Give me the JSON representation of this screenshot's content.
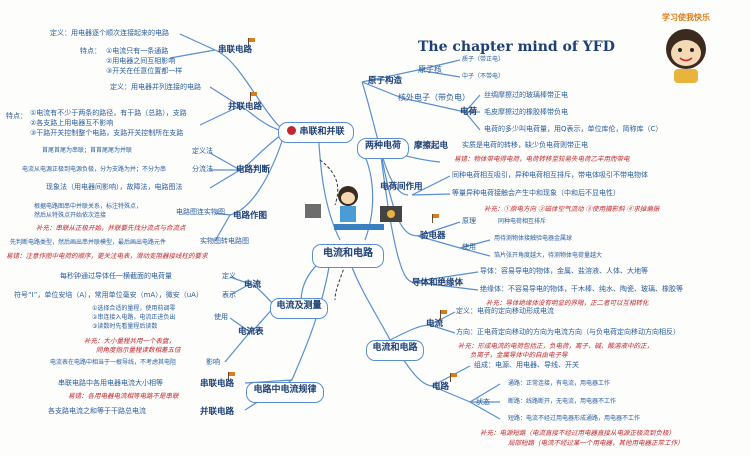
{
  "badge": "学习使我快乐",
  "title": "The chapter mind of YFD",
  "center": "电流和电路",
  "branches": {
    "series_parallel": "串联和并联",
    "charge": "两种电荷",
    "current_measure": "电流及测量",
    "current_circuit": "电流和电路",
    "series_law": "电路中电流规律"
  },
  "left_top": {
    "series": "串联电路",
    "series_def": "定义：用电器逐个顺次连接起来的电路",
    "series_feat_label": "特点：",
    "series_feat": [
      "①电流只有一条通路",
      "②用电器之间互相影响",
      "③开关在任意位置都一样"
    ],
    "parallel": "并联电路",
    "parallel_def": "定义：用电器并列连接的电路",
    "parallel_feat_label": "特点：",
    "parallel_feat": [
      "①电流有不少于两条的路径，有干路（总路），支路",
      "②各支路上用电器互不影响",
      "③干路开关控制整个电路，支路开关控制所在支路"
    ],
    "judge": "电路判断",
    "def_method": "定义法",
    "def_method_desc": "首尾首尾为串联；首首尾尾为并联",
    "split_method": "分流法",
    "split_method_desc": "电流从电源正极到电源负极，分为支路为并；不分为串",
    "phenomenon": "现象法（用电器间影响），故障法，电路图法",
    "draw": "电路作图",
    "draw_left": [
      "根据电路图串中并联关系，标注特殊点，",
      "然后从特殊点开始依次连接"
    ],
    "draw_right": "电路图连实物图",
    "draw_tip": "补充：串联从正极开始，并联要先找分流点与合流点",
    "draw_left2": "先判断电路类型，然后画出串并联模型，最后画出电路元件",
    "draw_right2": "实物图转电路图",
    "draw_note": "易错：注意作图中电荷的顺序，更关注电表，滑动变阻器接线柱的要求"
  },
  "left_bottom": {
    "def": "定义",
    "def_desc": "每秒钟通过导体任一横截面的电荷量",
    "units_desc": "符号“I”，单位安培（A），常用单位毫安（mA），微安（uA）",
    "express": "表示",
    "current": "电流",
    "use": "使用",
    "use_items": [
      "①选择合适的量程，使用前调零",
      "②串连接入电路，电流正进负出",
      "③读数时先看量程后读数"
    ],
    "ammeter": "电流表",
    "tip": [
      "补充：大小量程共用一个表盘，",
      "同角度指示量程读数相差五倍"
    ],
    "effect_desc": "电流表在电路中相当于一根导线，不考虑其电阻",
    "effect": "影响",
    "series_law_desc": "串联电路中各用电器电流大小相等",
    "series_law_node": "串联电路",
    "series_law_err": "易错：各用电器电流相等电路不是串联",
    "parallel_law_node": "并联电路",
    "parallel_law_desc": "各支路电流之和等于干路总电流"
  },
  "right_top": {
    "atom": "原子构造",
    "nucleus": "原子核",
    "proton": "质子（带正电）",
    "neutron": "中子（不带电）",
    "electron": "核外电子（带负电）",
    "charge_label": "电荷",
    "charge_items": [
      "丝绸摩擦过的玻璃棒带正电",
      "毛皮摩擦过的橡胶棒带负电",
      "电荷的多少叫电荷量，用Q表示，单位库伦，简称库（C）"
    ],
    "friction": "摩擦起电",
    "friction_desc": "实质是电荷的转移，缺少负电荷则带正电",
    "friction_err": "易错：物体带电得电荷，电荷转移至较易失电荷乙丰用而带电",
    "interaction": "电荷间作用",
    "interaction_items": [
      "同种电荷相互吸引，异种电荷相互排斥，带电体吸引不带电物体",
      "等量异种电荷接触会产生中和现象（中和后不显电性）"
    ],
    "interaction_tip": "补充：①原电方向 ②磁体空气流动 ③使用摄影斜 ④求掉偏振",
    "electroscope": "验电器",
    "principle": "原理",
    "principle_desc": "同种电荷相互排斥",
    "use": "使用",
    "use_items": [
      "用待测物体接触验电器金属球",
      "箔片张开角度越大，待测物体电荷量越大"
    ],
    "cond": "导体和绝缘体",
    "conductor": "导体：容易导电的物体，金属、盐溶液、人体、大地等",
    "insulator": "绝缘体：不容易导电的物体，干木棒、纯水、陶瓷、玻璃、橡胶等",
    "cond_tip": "补充：导体绝缘体没有明显的界限，正二者可以互相转化"
  },
  "right_bottom": {
    "current": "电流",
    "current_def": "定义：电荷的定向移动形成电流",
    "direction": "方向：正电荷定向移动的方向为电流方向（与负电荷定向移动方向相反）",
    "direction_tip": [
      "补充：形成电流的电荷包括正，负电荷，离子、碱、酸溶液中的正，",
      "负离子，金属导体中的自由电子导"
    ],
    "circuit": "电路",
    "composition": "组成：电源、用电器、导线、开关",
    "state": "状态",
    "state_items": [
      "通路：正常连接，有电流，用电器工作",
      "断路：线路断开，无电流，用电器不工作",
      "短路：电流不经过用电器形成通路，用电器不工作"
    ],
    "state_tip": [
      "补充：电源短路（电流直接不经过用电器直接从电源正极流到负极）",
      "局部短路（电流不经过某一个用电器，其他用电器正常工作）"
    ]
  },
  "colors": {
    "line": "#5a8fcf",
    "title": "#1d3f75",
    "text": "#2a5d9f",
    "note": "#c0282d",
    "flag": "#d97f1a"
  }
}
